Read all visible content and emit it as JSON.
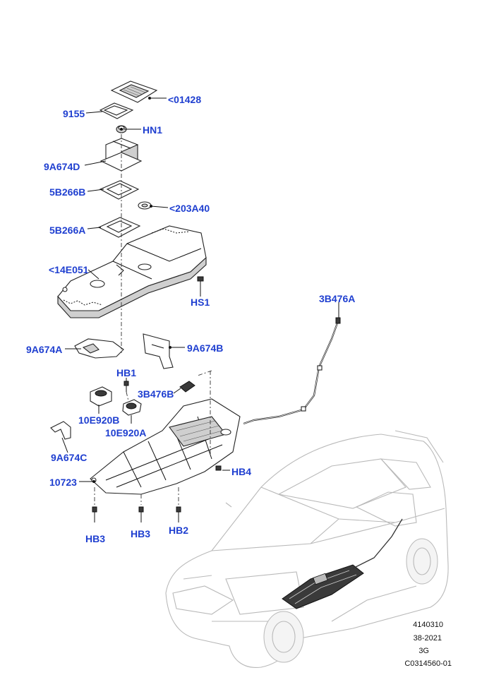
{
  "callouts": {
    "c01428": "<01428",
    "c9155": "9155",
    "cHN1": "HN1",
    "c9A674D": "9A674D",
    "c5B266B": "5B266B",
    "c203A40": "<203A40",
    "c5B266A": "5B266A",
    "c14E051": "<14E051",
    "cHS1": "HS1",
    "c3B476A": "3B476A",
    "c9A674A": "9A674A",
    "c9A674B": "9A674B",
    "cHB1": "HB1",
    "c3B476B": "3B476B",
    "c10E920B": "10E920B",
    "c10E920A": "10E920A",
    "c9A674C": "9A674C",
    "cHB4": "HB4",
    "c10723": "10723",
    "cHB3": "HB3",
    "cHB3b": "HB3",
    "cHB2": "HB2"
  },
  "reference": {
    "line1": "4140310",
    "line2": "38-2021",
    "line3": "3G",
    "line4": "C0314560-01"
  },
  "colors": {
    "callout_text": "#1f3fd0",
    "line_art": "#222222",
    "vehicle_outline": "#b9b9b9"
  }
}
